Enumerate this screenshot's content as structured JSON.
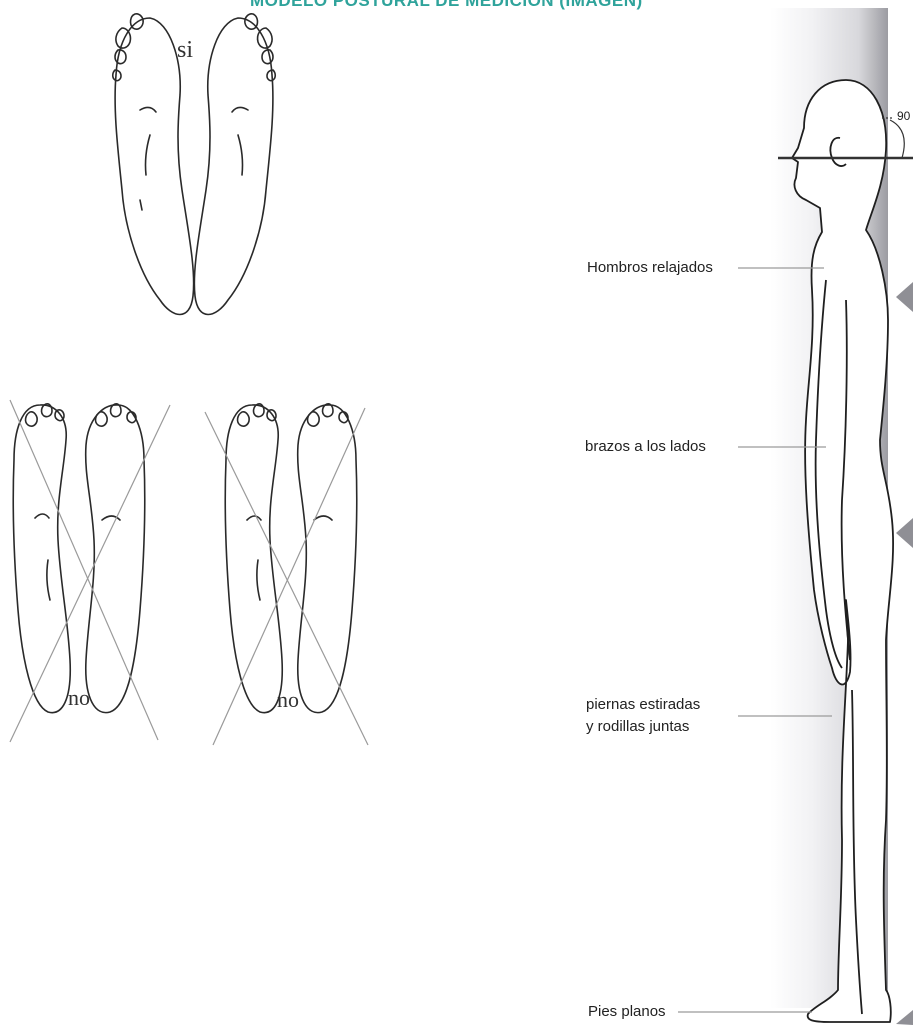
{
  "title": "MODELO POSTURAL DE MEDICIÓN (IMAGEN)",
  "feet": {
    "correct_label": "si",
    "wrong_label_left": "no",
    "wrong_label_right": "no"
  },
  "body_labels": {
    "shoulders": "Hombros relajados",
    "arms": "brazos a los lados",
    "legs_line1": "piernas estiradas",
    "legs_line2": "y rodillas juntas",
    "feet": "Pies planos",
    "angle": "90"
  },
  "colors": {
    "title": "#2fa39b",
    "wall_gradient_light": "#f4f4f6",
    "wall_gradient_dark": "#9c9ca2",
    "line": "#222222",
    "pointer": "#8f8f95"
  }
}
